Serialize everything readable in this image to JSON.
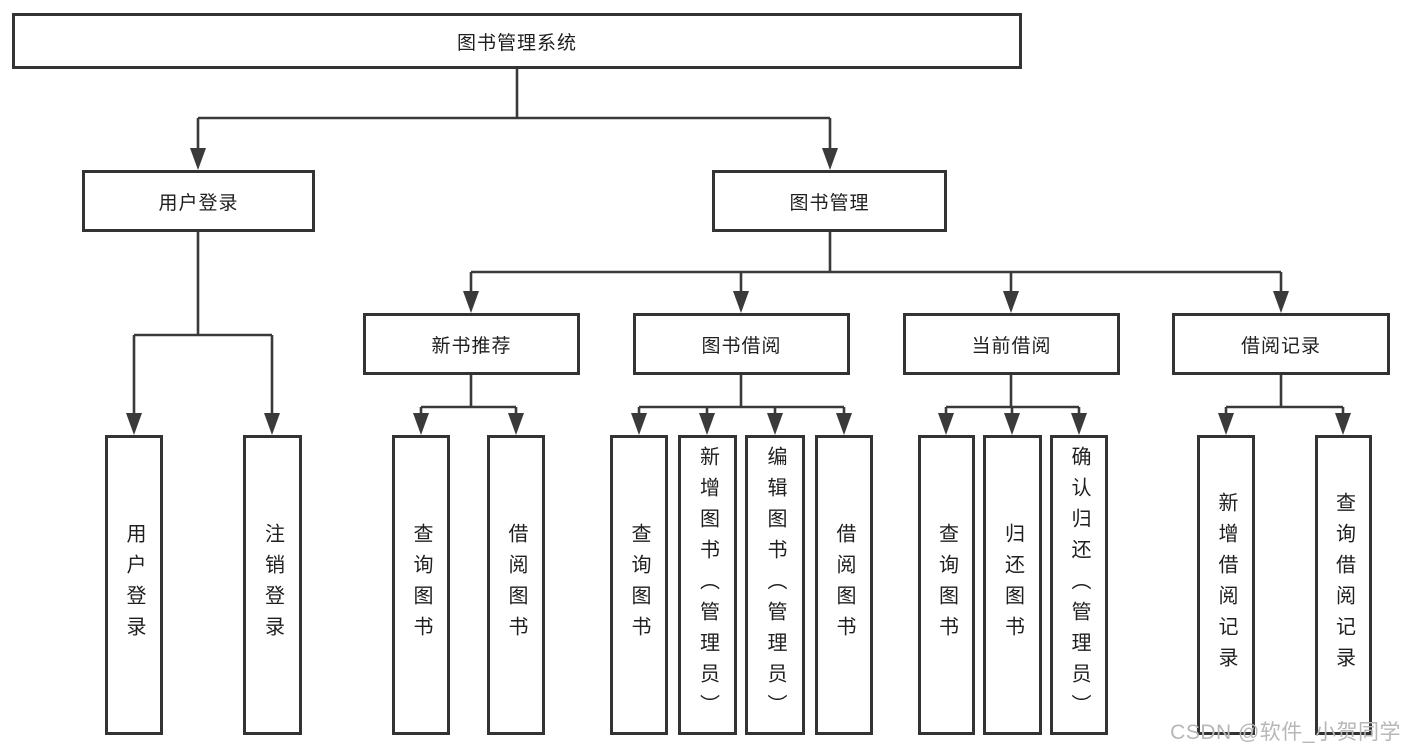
{
  "diagram": {
    "title": "图书管理系统",
    "root": {
      "label": "图书管理系统"
    },
    "level2": {
      "user_login": {
        "label": "用户登录"
      },
      "book_mgmt": {
        "label": "图书管理"
      }
    },
    "level3": {
      "new_books": {
        "label": "新书推荐"
      },
      "book_borrow": {
        "label": "图书借阅"
      },
      "current_borrow": {
        "label": "当前借阅"
      },
      "borrow_records": {
        "label": "借阅记录"
      }
    },
    "leaves": {
      "user_login": [
        "用户登录",
        "注销登录"
      ],
      "new_books": [
        "查询图书",
        "借阅图书"
      ],
      "book_borrow": [
        "查询图书",
        "新增图书（管理员）",
        "编辑图书（管理员）",
        "借阅图书"
      ],
      "current_borrow": [
        "查询图书",
        "归还图书",
        "确认归还（管理员）"
      ],
      "borrow_records": [
        "新增借阅记录",
        "查询借阅记录"
      ]
    }
  },
  "watermark": "CSDN @软件_小贺同学",
  "colors": {
    "line": "#3a3a3a",
    "box_border": "#333333",
    "text": "#1f1f1f",
    "watermark": "#b7b7b7",
    "background": "#ffffff"
  }
}
